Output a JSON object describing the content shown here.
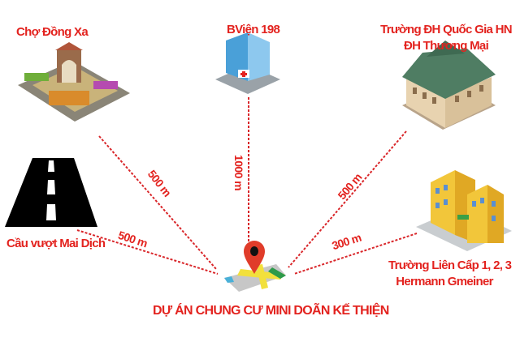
{
  "center": {
    "label": "DỰ ÁN CHUNG CƯ MINI DOÃN KẾ THIỆN"
  },
  "places": [
    {
      "name": "Chợ Đồng Xa",
      "distance": "500 m"
    },
    {
      "name": "BViện 198",
      "distance": "1000 m"
    },
    {
      "name_line1": "Trường ĐH Quốc Gia HN",
      "name_line2": "ĐH Thương Mại",
      "distance": "500 m"
    },
    {
      "name": "Cầu vượt Mai Dịch",
      "distance": "500 m"
    },
    {
      "name_line1": "Trường Liên Cấp 1, 2, 3",
      "name_line2": "Hermann Gmeiner",
      "distance": "300 m"
    }
  ],
  "colors": {
    "accent": "#e3231f",
    "line": "#d9262a"
  }
}
